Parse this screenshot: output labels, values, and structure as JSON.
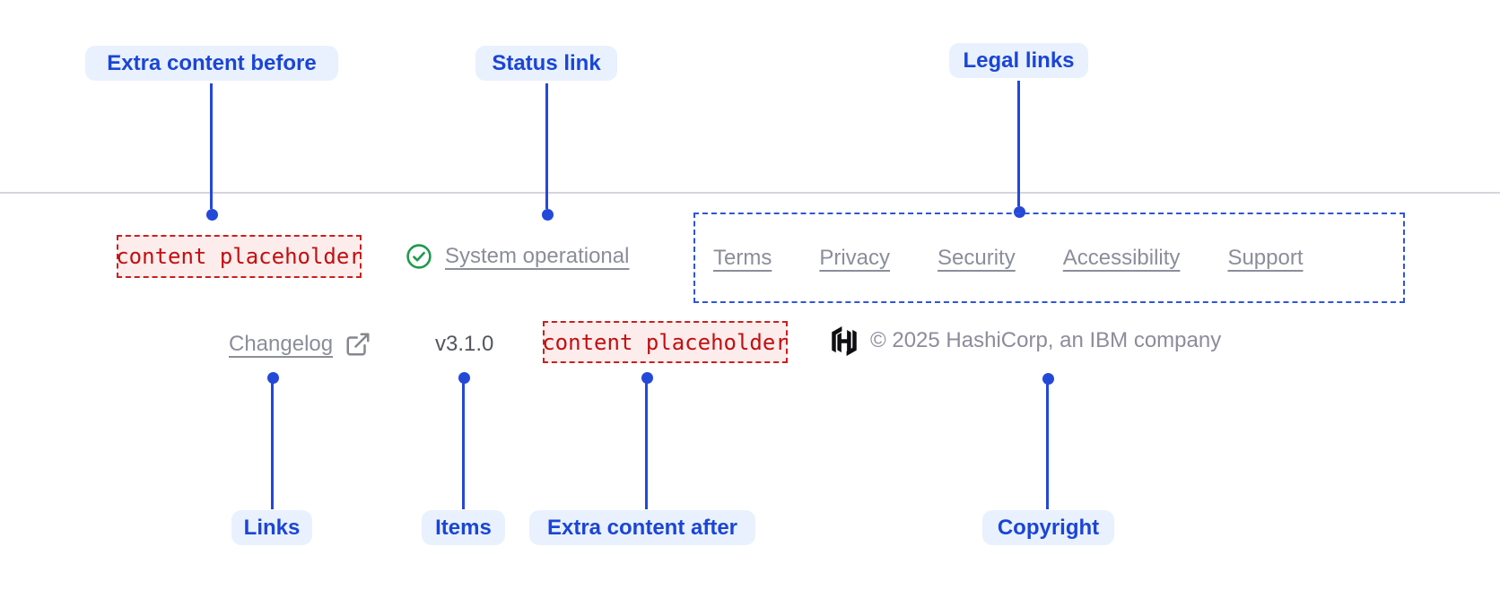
{
  "callouts": {
    "extra_content_before": "Extra content before",
    "status_link": "Status link",
    "legal_links": "Legal links",
    "links": "Links",
    "items": "Items",
    "extra_content_after": "Extra content after",
    "copyright": "Copyright"
  },
  "footer": {
    "extra_content_before_placeholder": "content placeholder",
    "status": {
      "label": "System operational",
      "icon": "check-circle-icon"
    },
    "legal_links": [
      "Terms",
      "Privacy",
      "Security",
      "Accessibility",
      "Support"
    ],
    "links": [
      {
        "label": "Changelog",
        "icon": "external-link-icon"
      }
    ],
    "items": [
      "v3.1.0"
    ],
    "extra_content_after_placeholder": "content placeholder",
    "copyright": {
      "text": "© 2025 HashiCorp, an IBM company",
      "logo": "hashicorp-logo"
    }
  },
  "colors": {
    "callout_blue": "#2448d8",
    "callout_pill_bg": "#e9f1fe",
    "callout_text": "#1b45d7",
    "muted_link": "#8b8e99",
    "version_text": "#54565e",
    "placeholder_text": "#c20f0f",
    "placeholder_bg": "#fdecec",
    "placeholder_border": "#c9201d",
    "status_green": "#1e9a4c",
    "legal_border_blue": "#2f55da",
    "divider": "#d6d4dc",
    "logo_black": "#0e0e11"
  }
}
